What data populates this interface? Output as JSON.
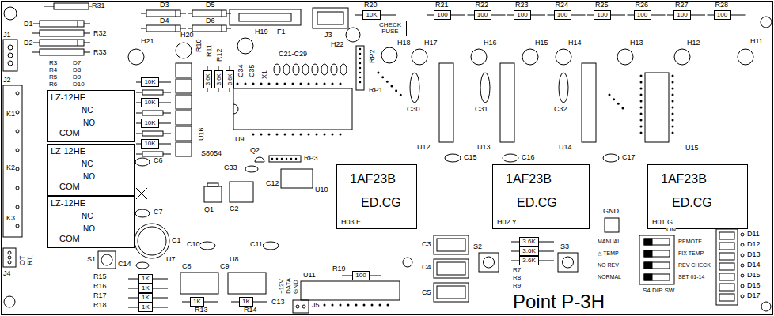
{
  "diagram": {
    "caption": "Point P-3H",
    "nodes": [
      {
        "text": [
          "10K"
        ]
      },
      {
        "text": [
          "CHECK FUSE"
        ]
      },
      {
        "text": [
          "100"
        ]
      },
      {
        "text": [
          "100"
        ]
      },
      {
        "text": [
          "100"
        ]
      },
      {
        "text": [
          "100"
        ]
      },
      {
        "text": [
          "100"
        ]
      },
      {
        "text": [
          "100"
        ]
      },
      {
        "text": [
          "100"
        ]
      },
      {
        "text": [
          "100"
        ]
      },
      {
        "text": [
          "LZ-12HE",
          "NC",
          "NO",
          "COM"
        ]
      },
      {
        "text": [
          "LZ-12HE",
          "NC",
          "NO",
          "COM"
        ]
      },
      {
        "text": [
          "LZ-12HE",
          "NC",
          "NO",
          "COM"
        ]
      },
      {
        "text": [
          "10K"
        ]
      },
      {
        "text": [
          "10K"
        ]
      },
      {
        "text": [
          "10K"
        ]
      },
      {
        "text": [
          "10K"
        ]
      },
      {
        "text": [
          "3.6K"
        ]
      },
      {
        "text": [
          "3.6K"
        ]
      },
      {
        "text": [
          "3.6K"
        ]
      },
      {
        "text": [
          "1AF23B",
          "ED.CG",
          "H03 E"
        ]
      },
      {
        "text": [
          "1AF23B",
          "ED.CG",
          "H02 Y"
        ]
      },
      {
        "text": [
          "1AF23B",
          "ED.CG",
          "H01 G"
        ]
      },
      {
        "text": [
          "100"
        ]
      },
      {
        "text": [
          "3.6K"
        ]
      },
      {
        "text": [
          "3.6K"
        ]
      },
      {
        "text": [
          "3.6K"
        ]
      },
      {
        "text": [
          "1K"
        ]
      },
      {
        "text": [
          "1K"
        ]
      },
      {
        "text": [
          "1K"
        ]
      },
      {
        "text": [
          "1K"
        ]
      },
      {
        "text": [
          "1K"
        ]
      },
      {
        "text": [
          "1K"
        ]
      }
    ],
    "labels": [
      "R31",
      "D3",
      "D5",
      "D1",
      "D4",
      "D6",
      "R32",
      "D2",
      "R33",
      "F1",
      "J3",
      "R20",
      "H22",
      "R21",
      "R22",
      "R23",
      "R24",
      "R25",
      "R26",
      "R27",
      "R28",
      "H21",
      "H20",
      "H19",
      "H18",
      "H17",
      "H16",
      "H15",
      "H14",
      "H13",
      "H12",
      "H11",
      "J1",
      "J2",
      "K1",
      "K2",
      "K3",
      "R3",
      "D7",
      "R4",
      "D8",
      "R5",
      "D9",
      "R6",
      "D10",
      "R10",
      "R11",
      "R12",
      "C34",
      "C35",
      "X1",
      "C21-C29",
      "RP2",
      "RP1",
      "C30",
      "C31",
      "C32",
      "U12",
      "U13",
      "U14",
      "U15",
      "C15",
      "C16",
      "C17",
      "U16",
      "U9",
      "S8054",
      "Q2",
      "RP3",
      "C33",
      "C6",
      "C12",
      "U10",
      "Q1",
      "C2",
      "C7",
      "C1",
      "J4",
      "OT",
      "RT.",
      "S1",
      "R15",
      "R16",
      "R17",
      "R18",
      "C14",
      "C10",
      "C11",
      "U7",
      "U8",
      "C8",
      "C9",
      "R13",
      "R14",
      "C13",
      "+12V",
      "DATA",
      "GND",
      "J5",
      "U11",
      "R19",
      "C3",
      "C4",
      "C5",
      "S2",
      "S3",
      "R7",
      "R8",
      "R9",
      "GND",
      "ON",
      "MANUAL",
      "△ TEMP",
      "NO REV",
      "NORMAL",
      "REMOTE",
      "FIX TEMP",
      "REV CHECK",
      "SET 01-14",
      "S4 DIP SW",
      "D11",
      "D12",
      "D13",
      "D14",
      "D15",
      "D16",
      "D17"
    ]
  }
}
